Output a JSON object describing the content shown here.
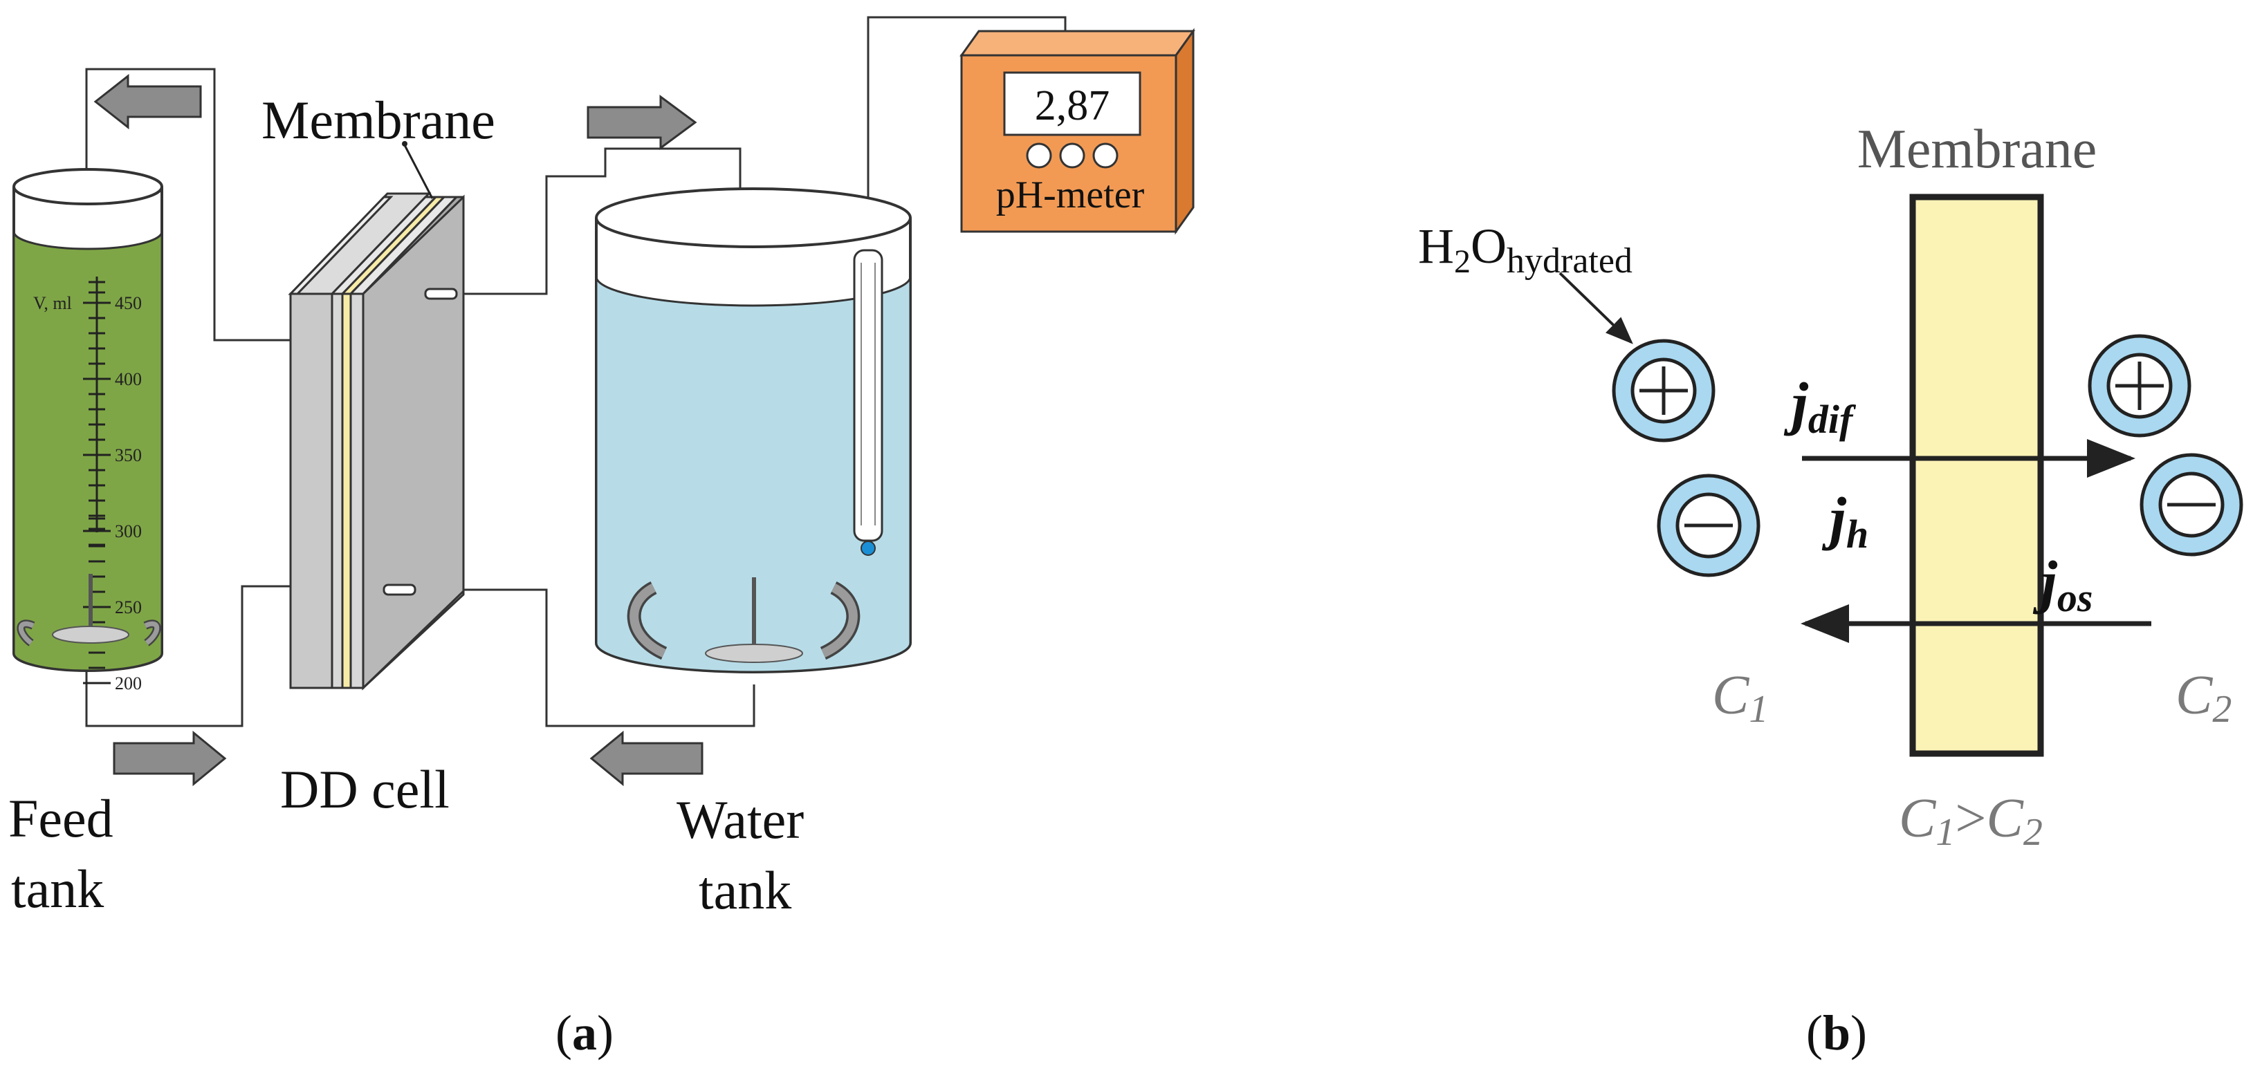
{
  "panel_a": {
    "caption_open": "(",
    "caption_letter": "a",
    "caption_close": ")",
    "labels": {
      "membrane": "Membrane",
      "feed_tank_line1": "Feed",
      "feed_tank_line2": "tank",
      "dd_cell": "DD cell",
      "water_tank_line1": "Water",
      "water_tank_line2": "tank"
    },
    "cylinder": {
      "unit_label": "V, ml",
      "ticks": [
        "450",
        "400",
        "350",
        "300",
        "250",
        "200"
      ]
    },
    "ph_meter": {
      "reading": "2,87",
      "label": "pH-meter"
    },
    "colors": {
      "feed_liquid": "#7fa646",
      "water_liquid": "#b7dce8",
      "ph_meter_body": "#f29a54",
      "arrow_fill": "#8c8c8c",
      "membrane_strip": "#f7eba8"
    }
  },
  "panel_b": {
    "caption_open": "(",
    "caption_letter": "b",
    "caption_close": ")",
    "membrane_label": "Membrane",
    "water_label_main": "H",
    "water_label_sub2": "2",
    "water_label_o": "O",
    "water_label_sub": "hydrated",
    "fluxes": {
      "j_dif_main": "j",
      "j_dif_sub": "dif",
      "j_h_main": "j",
      "j_h_sub": "h",
      "j_os_main": "j",
      "j_os_sub": "os"
    },
    "conc": {
      "c1_main": "C",
      "c1_sub": "1",
      "c2_main": "C",
      "c2_sub": "2",
      "relation_c1_main": "C",
      "relation_c1_sub": "1",
      "relation_op": ">",
      "relation_c2_main": "C",
      "relation_c2_sub": "2"
    },
    "colors": {
      "membrane_fill": "#fbf3b6",
      "ion_ring": "#a9d8f0"
    }
  }
}
